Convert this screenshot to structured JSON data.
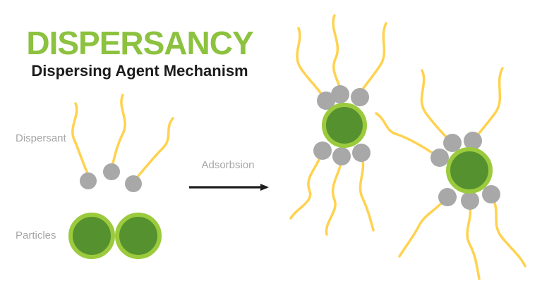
{
  "header": {
    "title": "DISPERSANCY",
    "subtitle": "Dispersing Agent Mechanism"
  },
  "left_panel": {
    "dispersant_label": "Dispersant",
    "particles_label": "Particles"
  },
  "process": {
    "label": "Adsorbsion"
  },
  "diagram": {
    "free_dispersant_count": 3,
    "bare_particle_count": 2,
    "coated_particle_count": 2,
    "dispersants_per_coated_particle": 6
  },
  "colors": {
    "title_green": "#8CC23F",
    "particle_fill": "#56912F",
    "particle_border": "#9BCA3D",
    "tail_yellow": "#FFD24F",
    "head_gray": "#A8A8A8",
    "label_gray": "#A6A6A6",
    "arrow_black": "#1E1E1E",
    "background": "#FFFFFF"
  }
}
